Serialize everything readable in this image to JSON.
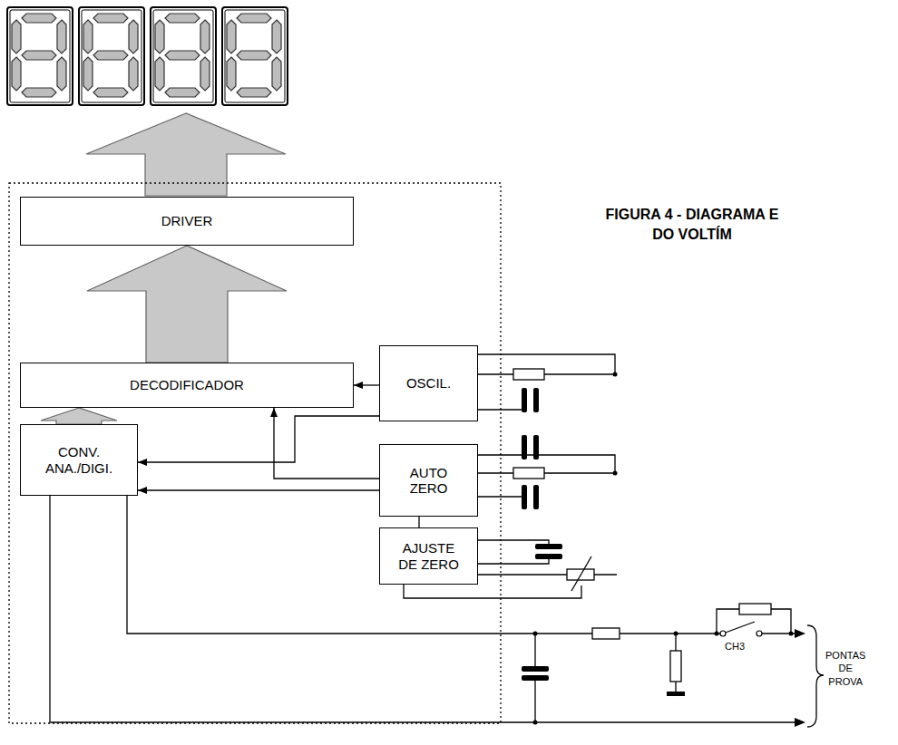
{
  "diagram": {
    "caption": "FIGURA 4 - DIAGRAMA E DO VOLTÍM",
    "nodes": [
      {
        "text": [
          "DRIVER"
        ]
      },
      {
        "text": [
          "DECODIFICADOR"
        ]
      },
      {
        "text": [
          "OSCIL."
        ]
      },
      {
        "text": [
          "CONV. ANA./DIGI."
        ]
      },
      {
        "text": [
          "AUTO ZERO"
        ]
      },
      {
        "text": [
          "AJUSTE DE ZERO"
        ]
      }
    ],
    "edges": [
      {
        "from": 1,
        "to": 0,
        "arrow": "to"
      },
      {
        "from": 3,
        "to": 1,
        "arrow": "to"
      },
      {
        "from": 2,
        "to": 1,
        "arrow": "to"
      },
      {
        "from": 2,
        "to": 3,
        "arrow": "to"
      },
      {
        "from": 4,
        "to": 1,
        "arrow": "to"
      },
      {
        "from": 4,
        "to": 3,
        "arrow": "to"
      },
      {
        "from": 4,
        "to": 5,
        "arrow": "none"
      }
    ],
    "labels": [
      "CH3",
      "PONTAS DE PROVA"
    ]
  }
}
